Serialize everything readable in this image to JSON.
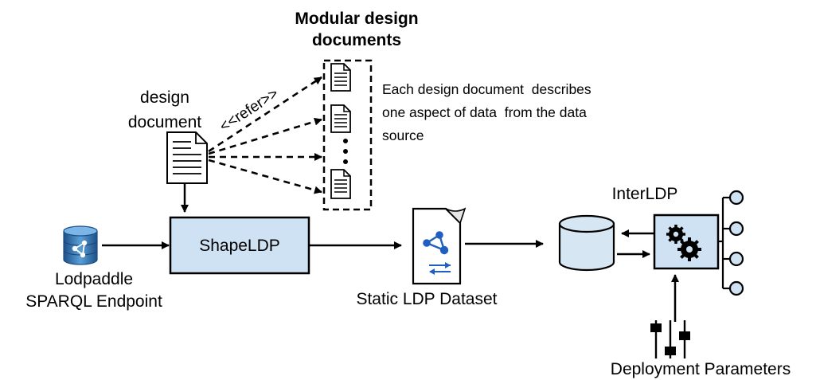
{
  "modular_docs": {
    "title_line1": "Modular design",
    "title_line2": "documents"
  },
  "design_document": {
    "line1": "design",
    "line2": "document"
  },
  "refer_label": "<<refer>>",
  "aspect_note": {
    "line1": "Each design document  describes",
    "line2": "one aspect of data  from the data",
    "line3": "source"
  },
  "endpoint": {
    "line1": "Lodpaddle",
    "line2": "SPARQL Endpoint"
  },
  "shapeldp_label": "ShapeLDP",
  "dataset_label": "Static LDP Dataset",
  "interldp_label": "InterLDP",
  "deployment_label": "Deployment Parameters",
  "colors": {
    "box_fill": "#cfe2f3",
    "cylinder_fill": "#d6e6f3",
    "db_blue": "#2e74b5",
    "network_blue": "#1f5fbf",
    "stroke": "#000000"
  }
}
